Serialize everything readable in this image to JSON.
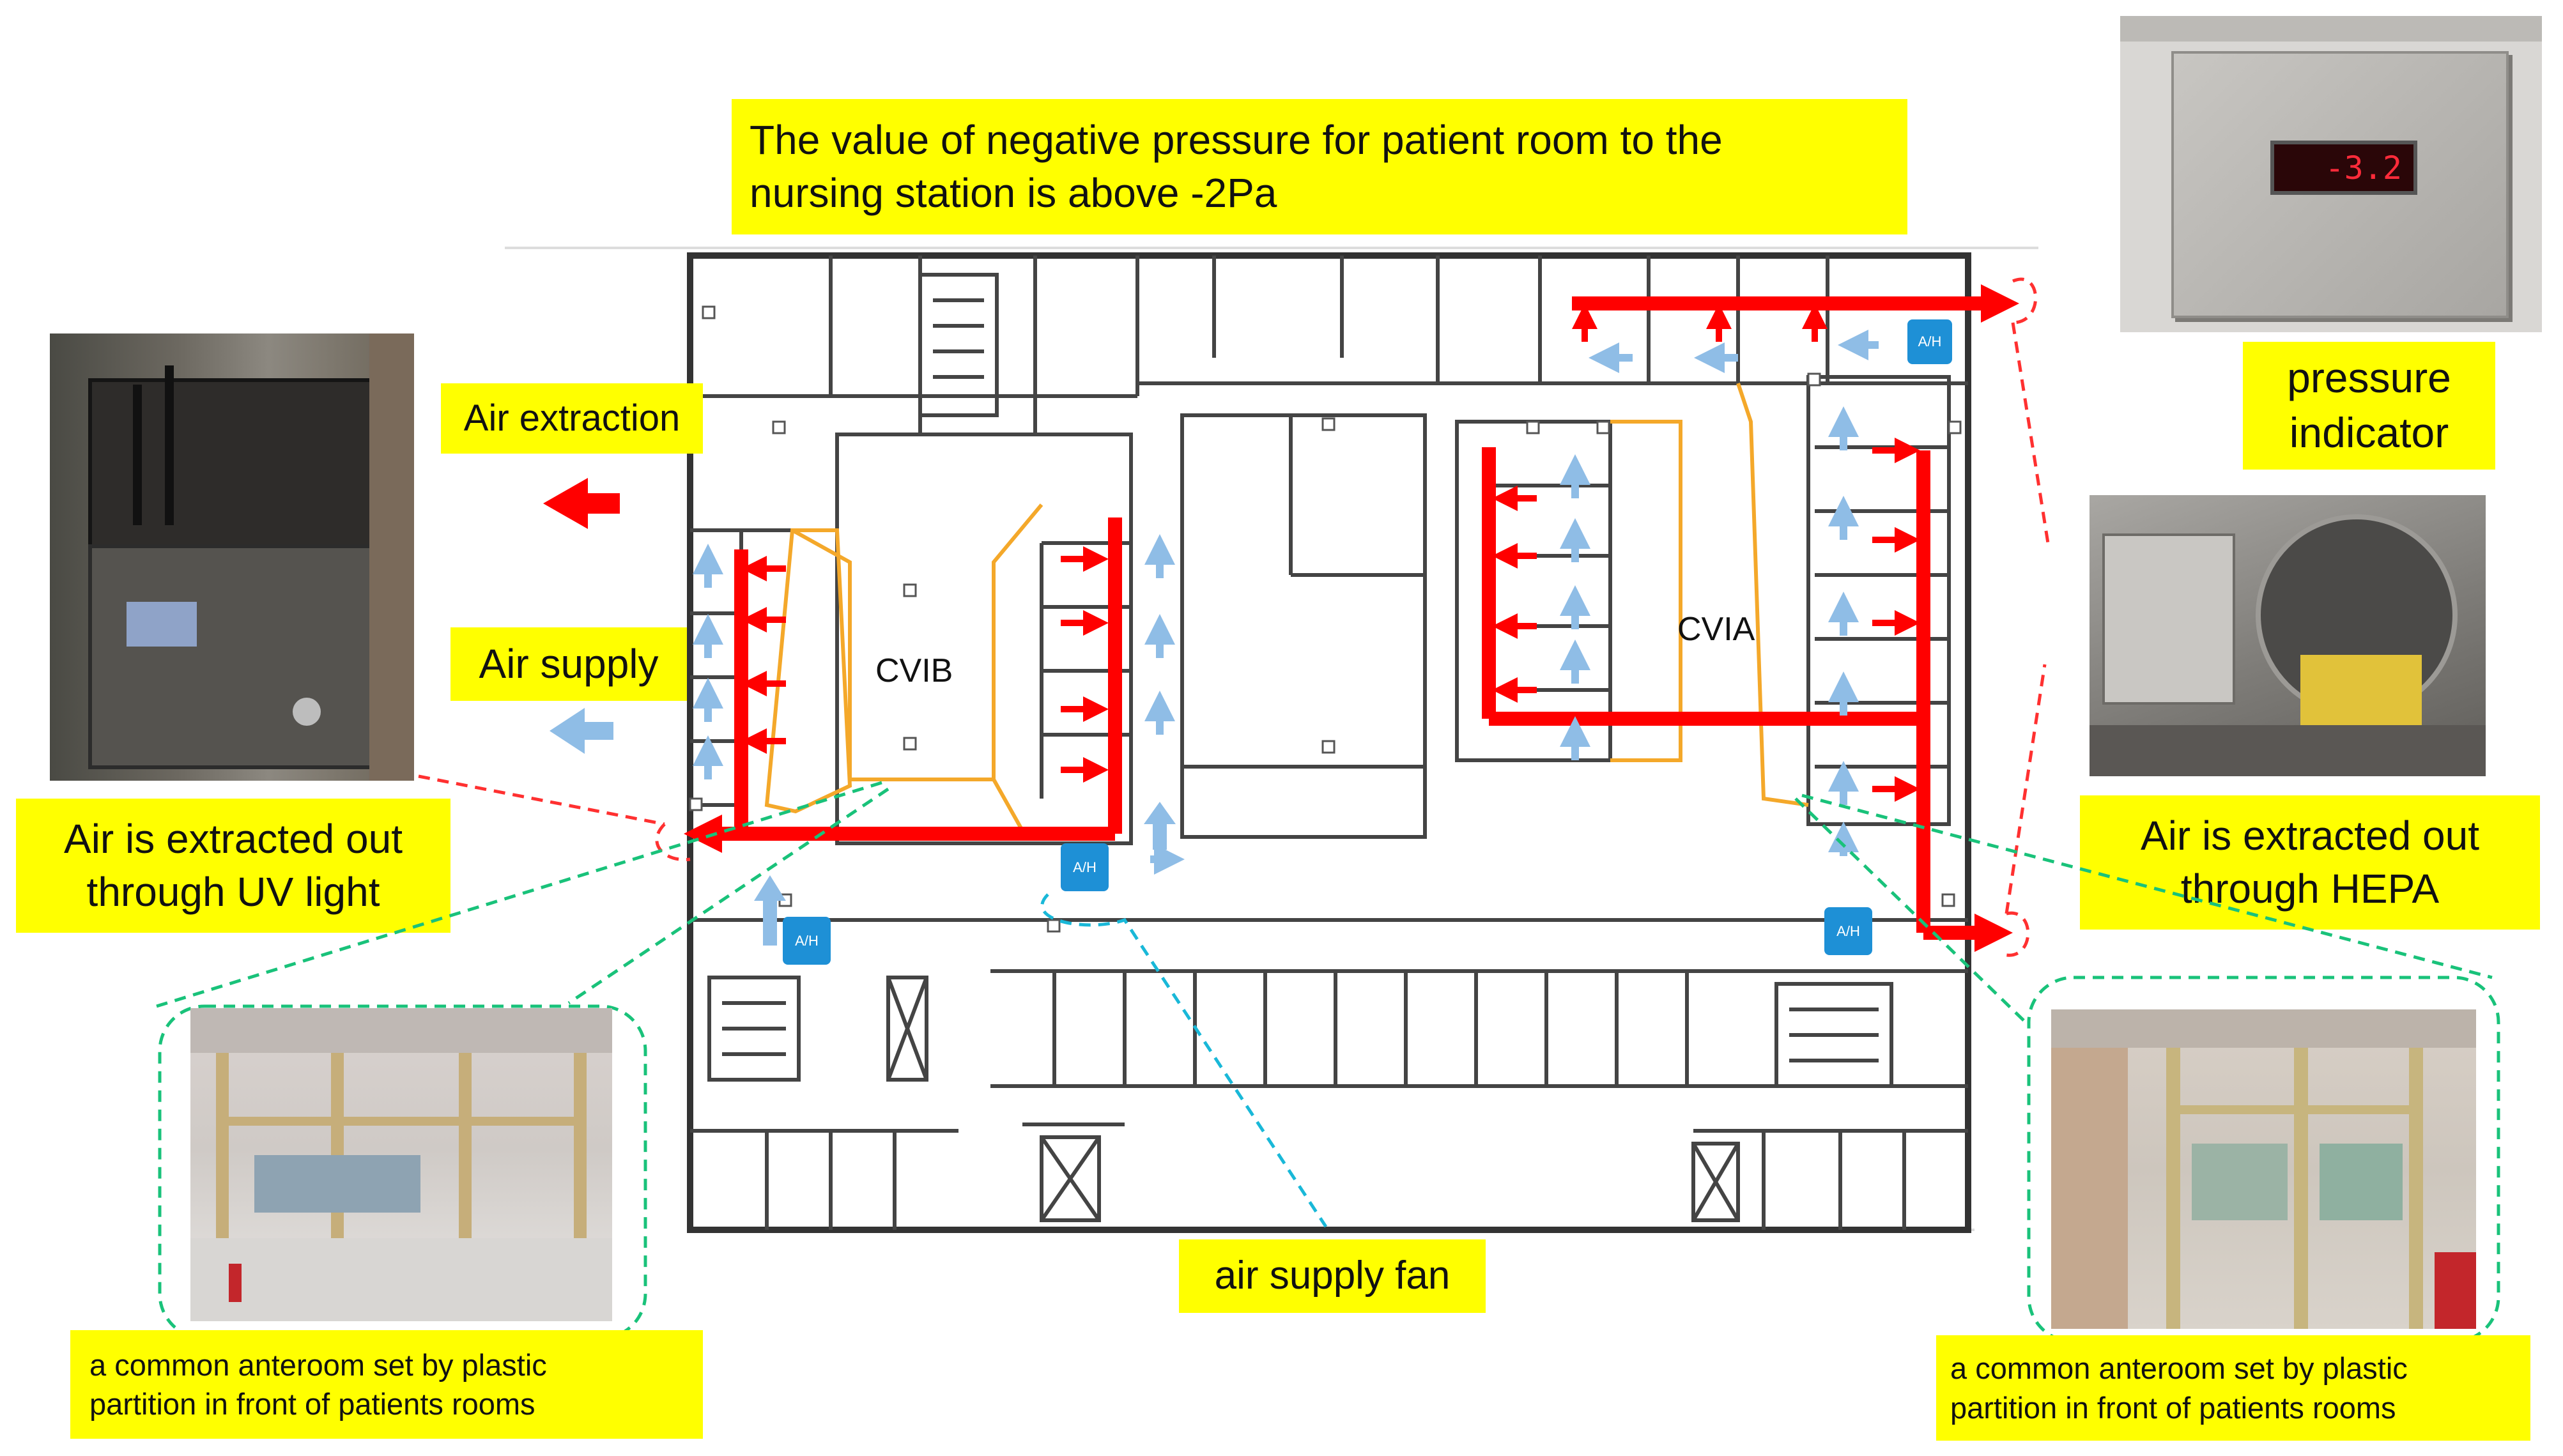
{
  "header_note": {
    "line1": "The value of negative pressure for  patient room to the",
    "line2": "nursing station is above -2Pa"
  },
  "legend": {
    "air_extraction": "Air extraction",
    "air_supply": "Air supply"
  },
  "pressure": {
    "label_line1": "pressure",
    "label_line2": "indicator",
    "display_value": "-3.2"
  },
  "uv_caption": {
    "line1": "Air is extracted out",
    "line2": "through UV light"
  },
  "hepa_caption": {
    "line1": "Air is extracted out",
    "line2": "through HEPA"
  },
  "fan_caption": "air supply fan",
  "anteroom_left": {
    "line1": "a common anteroom set by  plastic",
    "line2": "partition in front of patients rooms"
  },
  "anteroom_right": {
    "line1": "a common anteroom set by  plastic",
    "line2": "partition in front of patients rooms"
  },
  "zones": {
    "left": "CVIB",
    "right": "CVIA"
  },
  "ahu_label": "A/H",
  "colors": {
    "extraction": "#ff0000",
    "supply": "#8fbde6",
    "label_bg": "#ffff00",
    "zone_outline": "#f4a82a",
    "leader_green": "#19c27a",
    "leader_red": "#ff3030",
    "ahu": "#1e90d6"
  }
}
